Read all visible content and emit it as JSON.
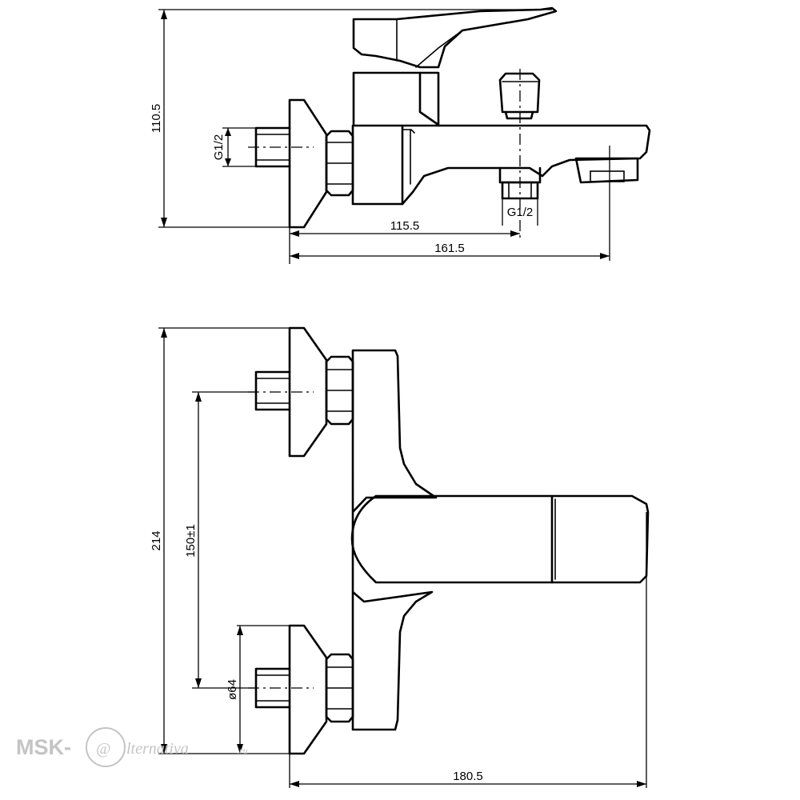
{
  "dimensions": {
    "top_height": "110.5",
    "top_inlet_thread": "G1/2",
    "top_outlet_thread": "G1/2",
    "top_outlet_distance": "115.5",
    "top_spout_length": "161.5",
    "front_height": "214",
    "front_center_distance": "150±1",
    "front_flange_diameter": "ø64",
    "front_width": "180.5"
  },
  "watermark": {
    "brand": "MSK-",
    "at_symbol": "@",
    "suffix": "lternativa",
    "tld": ".ru"
  }
}
